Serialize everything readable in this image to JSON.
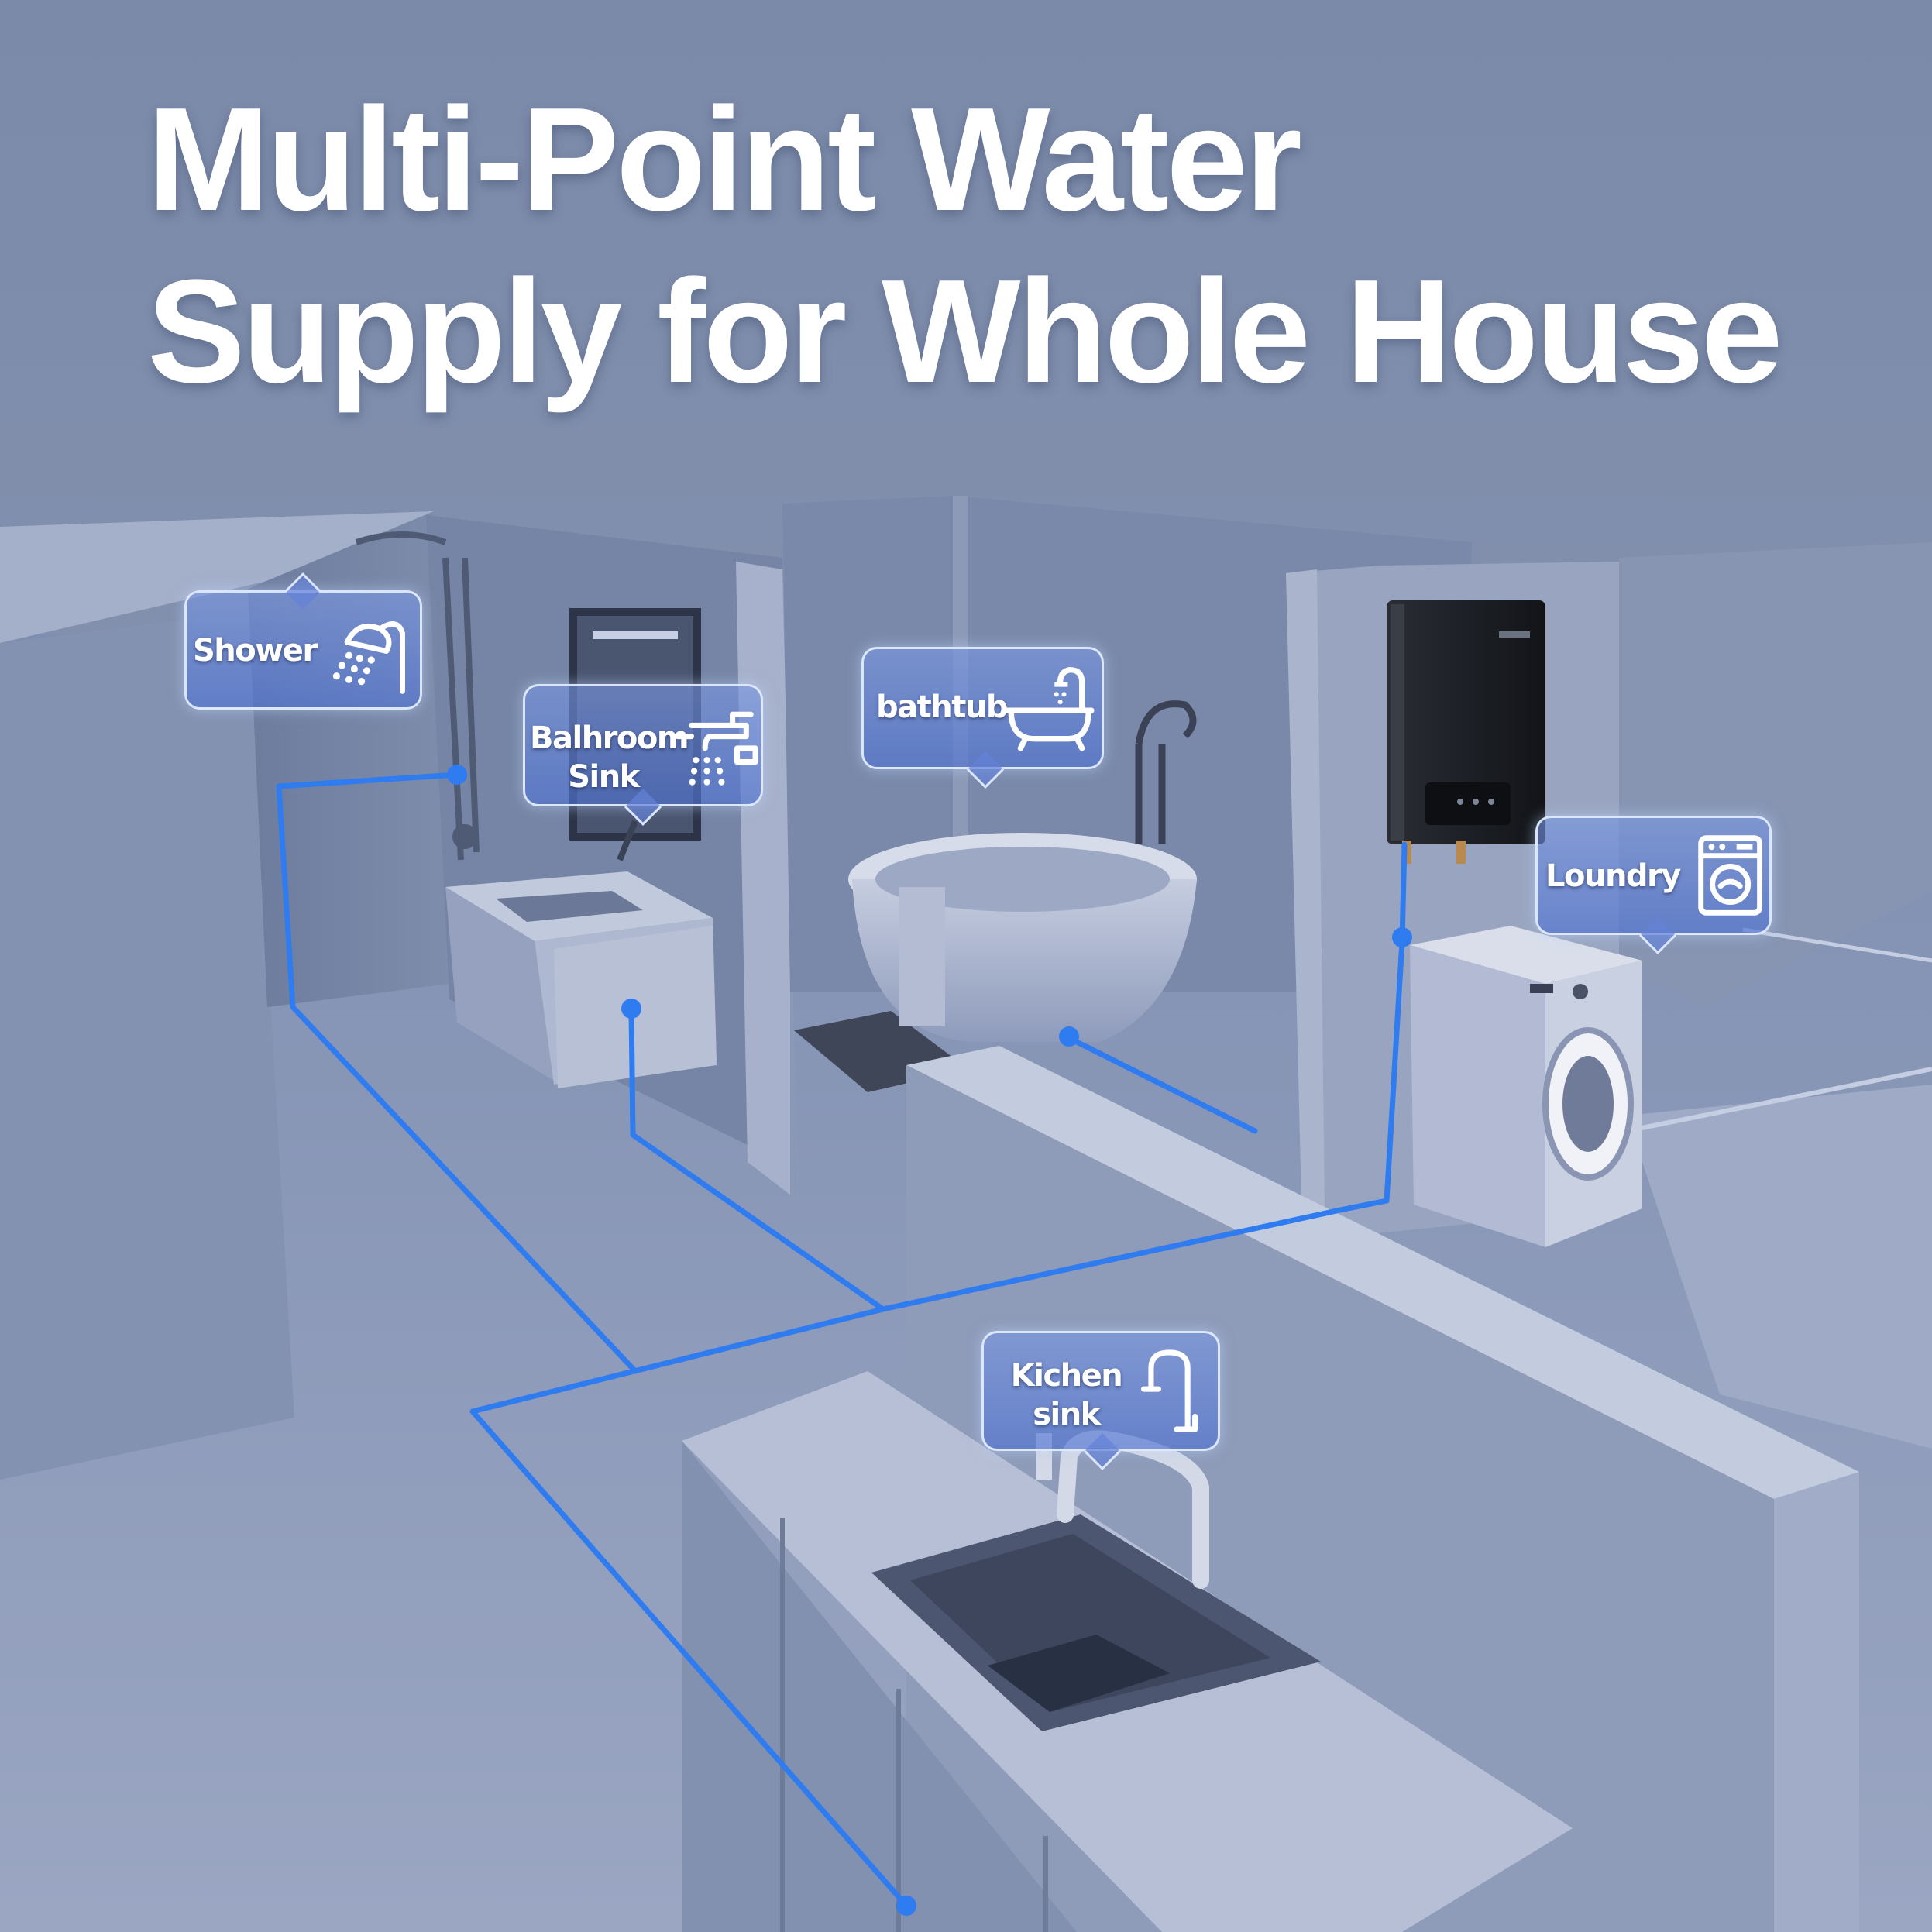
{
  "title": {
    "line1": "Multi-Point Water",
    "line2": "Supply for Whole House"
  },
  "labels": {
    "shower": "Shower",
    "bathroom_sink": [
      "Balhroom",
      "Sink"
    ],
    "bathtub": "bathtub",
    "laundry": "Loundry",
    "kitchen_sink": [
      "Kichen",
      "sink"
    ]
  },
  "icons": {
    "shower": "shower-head-icon",
    "bathroom_sink": "faucet-icon",
    "bathtub": "bathtub-icon",
    "laundry": "washing-machine-icon",
    "kitchen_sink": "kitchen-faucet-icon"
  },
  "colors": {
    "background": "#7a89a8",
    "pipe": "#2f7bf0",
    "label_fill": "#5a7ed8",
    "title": "#ffffff"
  }
}
